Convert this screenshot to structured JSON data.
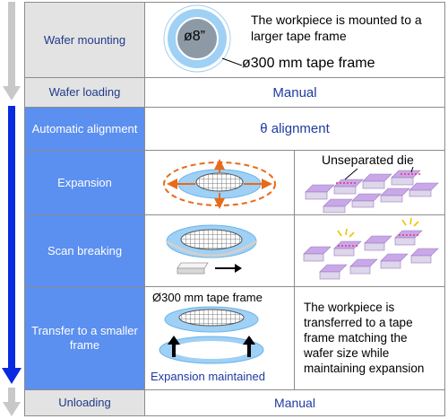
{
  "steps": {
    "wafer_mounting": "Wafer mounting",
    "wafer_loading": "Wafer loading",
    "automatic_alignment": "Automatic alignment",
    "expansion": "Expansion",
    "scan_breaking": "Scan breaking",
    "transfer": "Transfer to a smaller frame",
    "unloading": "Unloading"
  },
  "mounting": {
    "wafer_label": "ø8”",
    "description": "The workpiece is mounted to a larger tape frame",
    "frame_label": "ø300 mm tape frame"
  },
  "loading": {
    "value": "Manual"
  },
  "alignment": {
    "value": "θ alignment"
  },
  "expansion": {
    "die_label": "Unseparated die"
  },
  "transfer": {
    "frame_label": "Ø300 mm tape frame",
    "maintained_label": "Expansion maintained",
    "description": "The workpiece is transferred to a tape frame matching the wafer size while maintaining expansion"
  },
  "unloading": {
    "value": "Manual"
  },
  "colors": {
    "manual_step_bg": "#e3e3e3",
    "auto_step_bg": "#5b8ff0",
    "label_text": "#1f3a8a",
    "arrow_gray": "#c8c8c8",
    "arrow_blue": "#0a2ae0",
    "tape_blue": "#9fd0f5",
    "die_purple": "#c8a8e8",
    "scribe_pink": "#e8307a",
    "expansion_arrow": "#e86a1a"
  }
}
